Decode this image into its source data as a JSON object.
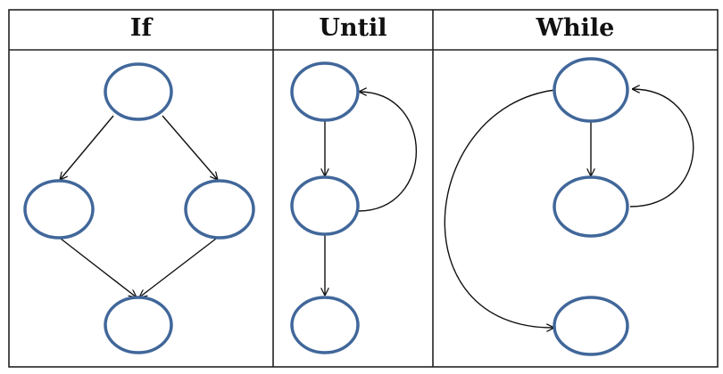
{
  "table": {
    "columns": [
      {
        "key": "if",
        "header": "If"
      },
      {
        "key": "until",
        "header": "Until"
      },
      {
        "key": "while",
        "header": "While"
      }
    ]
  },
  "colors": {
    "node_stroke": "#41679a",
    "node_fill": "#ffffff",
    "edge": "#111111",
    "grid": "#222222"
  }
}
